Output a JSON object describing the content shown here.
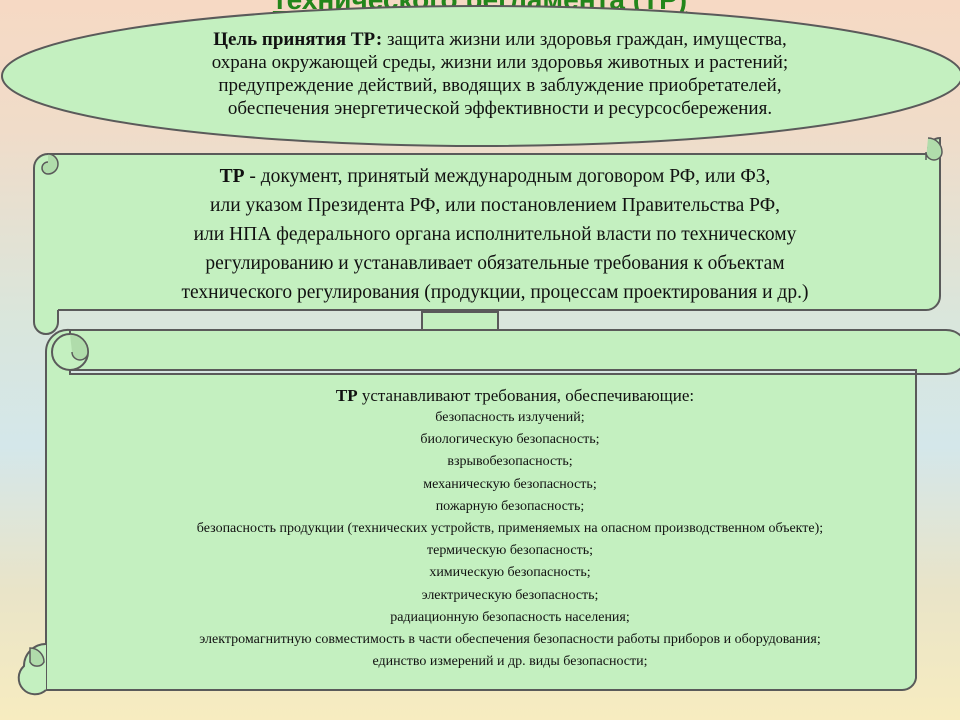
{
  "title": "технического регламента (ТР)",
  "goal": {
    "label": "Цель принятия ТР:",
    "lines": [
      " защита жизни или здоровья граждан, имущества,",
      "охрана окружающей среды, жизни или здоровья животных и растений;",
      "предупреждение действий, вводящих в заблуждение приобретателей,",
      "обеспечения энергетической эффективности и ресурсосбережения."
    ]
  },
  "definition": {
    "label": "ТР",
    "lines": [
      " - документ, принятый международным договором РФ, или ФЗ,",
      "или указом Президента РФ, или постановлением Правительства РФ,",
      "или НПА федерального органа исполнительной власти по техническому",
      "регулированию и устанавливает обязательные требования к объектам",
      "технического регулирования (продукции, процессам проектирования и др.)"
    ]
  },
  "requirements": {
    "label": "ТР",
    "intro": " устанавливают требования, обеспечивающие:",
    "items": [
      "безопасность излучений;",
      "биологическую безопасность;",
      "взрывобезопасность;",
      "механическую безопасность;",
      "пожарную безопасность;",
      "безопасность продукции (технических устройств, применяемых на опасном производственном объекте);",
      "термическую безопасность;",
      "химическую безопасность;",
      "электрическую безопасность;",
      "радиационную безопасность населения;",
      "электромагнитную совместимость в части обеспечения безопасности работы приборов и оборудования;",
      "единство измерений и др. виды безопасности;"
    ]
  },
  "colors": {
    "shape_fill": "#c4f0c0",
    "outline": "#5a5a5a",
    "title_green": "#23861b"
  }
}
